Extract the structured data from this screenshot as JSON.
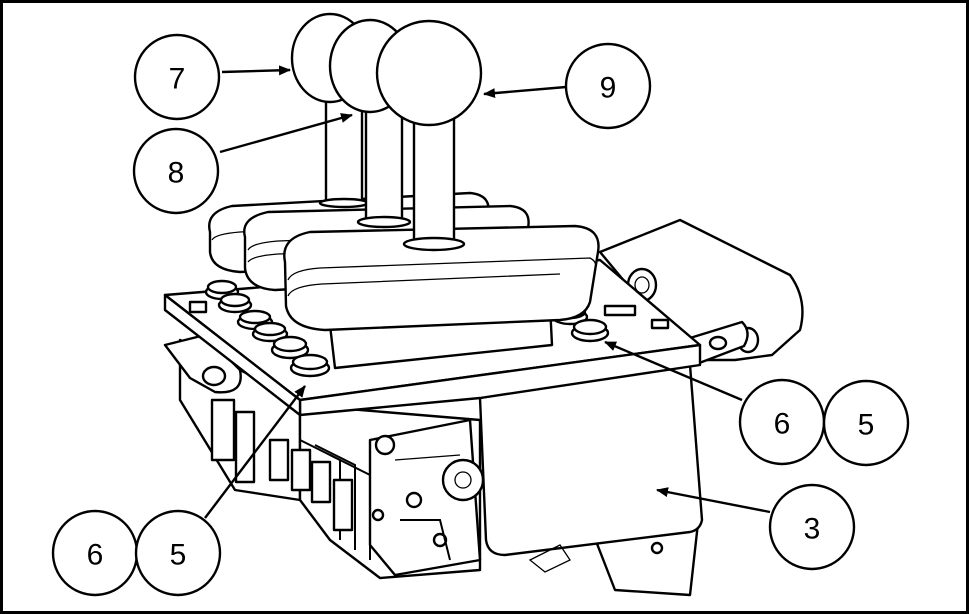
{
  "callouts": {
    "c7": "7",
    "c8": "8",
    "c9": "9",
    "c6_right": "6",
    "c5_right": "5",
    "c3": "3",
    "c6_left": "6",
    "c5_left": "5"
  },
  "colors": {
    "line": "#000000",
    "background": "#ffffff"
  }
}
